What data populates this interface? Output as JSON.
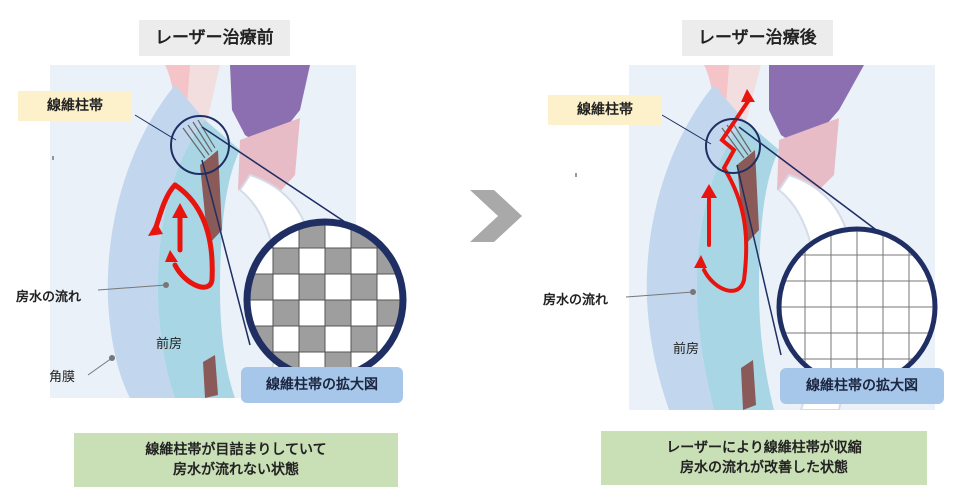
{
  "before": {
    "title": "レーザー治療前",
    "callout": "線維柱帯",
    "flow_label": "房水の流れ",
    "chamber_label": "前房",
    "cornea_label": "角膜",
    "zoom_label": "線維柱帯の拡大図",
    "caption_line1": "線維柱帯が目詰まりしていて",
    "caption_line2": "房水が流れない状態"
  },
  "after": {
    "title": "レーザー治療後",
    "callout": "線維柱帯",
    "flow_label": "房水の流れ",
    "chamber_label": "前房",
    "zoom_label": "線維柱帯の拡大図",
    "caption_line1": "レーザーにより線維柱帯が収縮",
    "caption_line2": "房水の流れが改善した状態"
  },
  "colors": {
    "flow_arrow": "#e8140e",
    "zoom_border": "#1f2e63",
    "clogged_cell": "#9e9e9e",
    "chamber": "#a9d6e5",
    "cornea": "#c2d6ee",
    "iris": "#8c6fb0"
  },
  "icons": {
    "transition": "chevron-right-icon"
  }
}
